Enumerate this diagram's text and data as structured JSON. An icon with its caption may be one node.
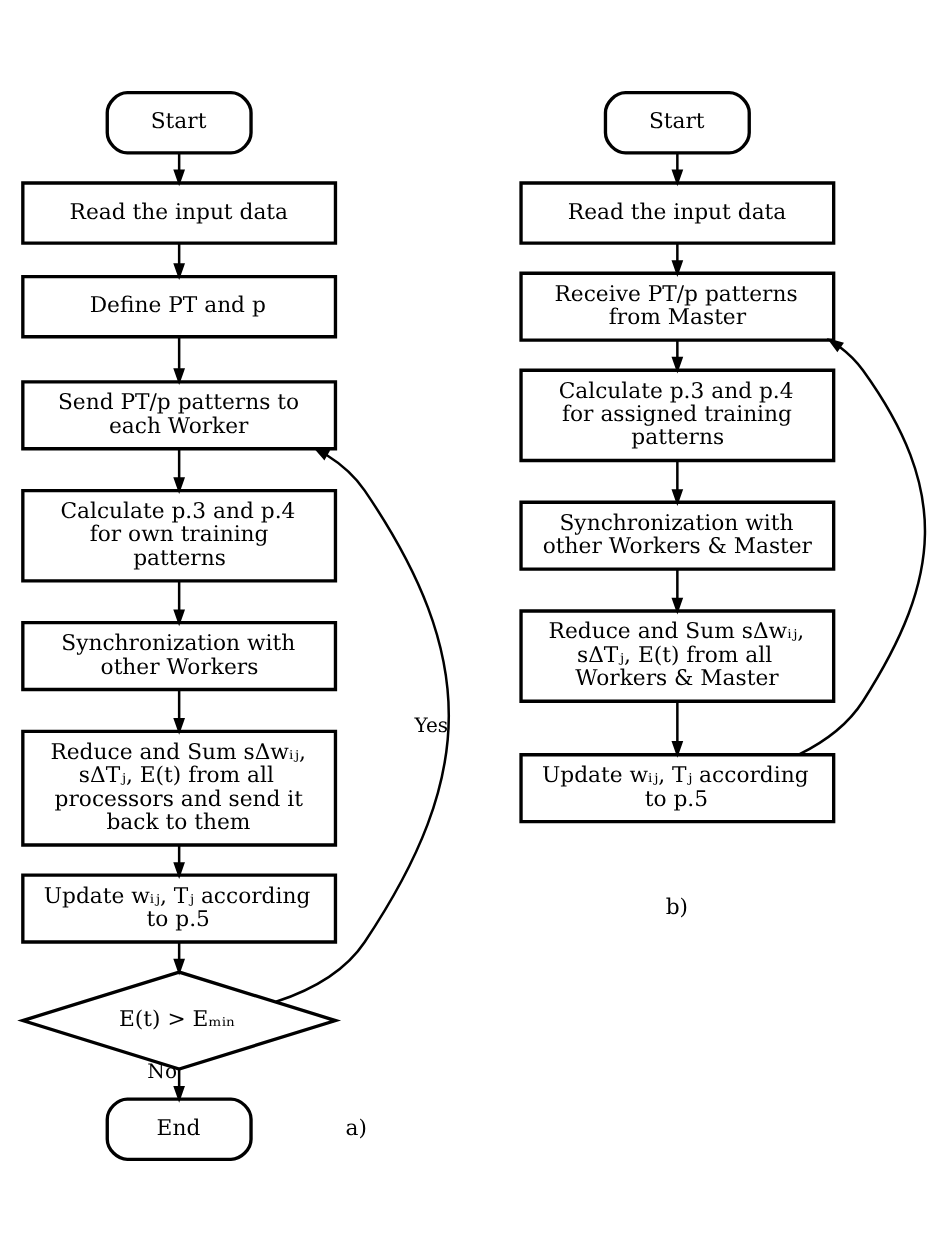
{
  "diagram": {
    "nodes": [
      {
        "text": [
          "Start"
        ]
      },
      {
        "text": [
          "Read the input data"
        ]
      },
      {
        "text": [
          "Define PT and p"
        ]
      },
      {
        "text": [
          "Send PT/p patterns to each Worker"
        ]
      },
      {
        "text": [
          "Calculate p.3 and p.4 for own training patterns"
        ]
      },
      {
        "text": [
          "Synchronization with other Workers"
        ]
      },
      {
        "text": [
          "Reduce and Sum sΔwᵢⱼ, sΔTⱼ, E(t) from all processors and send it back to them"
        ]
      },
      {
        "text": [
          "Update wᵢⱼ, Tⱼ according to p.5"
        ]
      },
      {
        "text": [
          "E(t) > Eₘᵢₙ"
        ]
      },
      {
        "text": [
          "End"
        ]
      },
      {
        "text": [
          "Start"
        ]
      },
      {
        "text": [
          "Read the input data"
        ]
      },
      {
        "text": [
          "Receive PT/p patterns from Master"
        ]
      },
      {
        "text": [
          "Calculate p.3 and p.4 for assigned training patterns"
        ]
      },
      {
        "text": [
          "Synchronization with other Workers & Master"
        ]
      },
      {
        "text": [
          "Reduce and Sum sΔwᵢⱼ, sΔTⱼ, E(t) from all Workers & Master"
        ]
      },
      {
        "text": [
          "Update wᵢⱼ, Tⱼ according to p.5"
        ]
      }
    ],
    "edges": [
      {
        "from": 0,
        "to": 1,
        "arrow": "to"
      },
      {
        "from": 1,
        "to": 2,
        "arrow": "to"
      },
      {
        "from": 2,
        "to": 3,
        "arrow": "to"
      },
      {
        "from": 3,
        "to": 4,
        "arrow": "to"
      },
      {
        "from": 4,
        "to": 5,
        "arrow": "to"
      },
      {
        "from": 5,
        "to": 6,
        "arrow": "to"
      },
      {
        "from": 6,
        "to": 7,
        "arrow": "to"
      },
      {
        "from": 7,
        "to": 8,
        "arrow": "to"
      },
      {
        "from": 8,
        "to": 9,
        "arrow": "to",
        "label": "No"
      },
      {
        "from": 8,
        "to": 3,
        "arrow": "to",
        "label": "Yes"
      },
      {
        "from": 10,
        "to": 11,
        "arrow": "to"
      },
      {
        "from": 11,
        "to": 12,
        "arrow": "to"
      },
      {
        "from": 12,
        "to": 13,
        "arrow": "to"
      },
      {
        "from": 13,
        "to": 14,
        "arrow": "to"
      },
      {
        "from": 14,
        "to": 15,
        "arrow": "to"
      },
      {
        "from": 15,
        "to": 16,
        "arrow": "to"
      },
      {
        "from": 16,
        "to": 12,
        "arrow": "to"
      }
    ],
    "labels": [
      "a)",
      "b)"
    ]
  }
}
